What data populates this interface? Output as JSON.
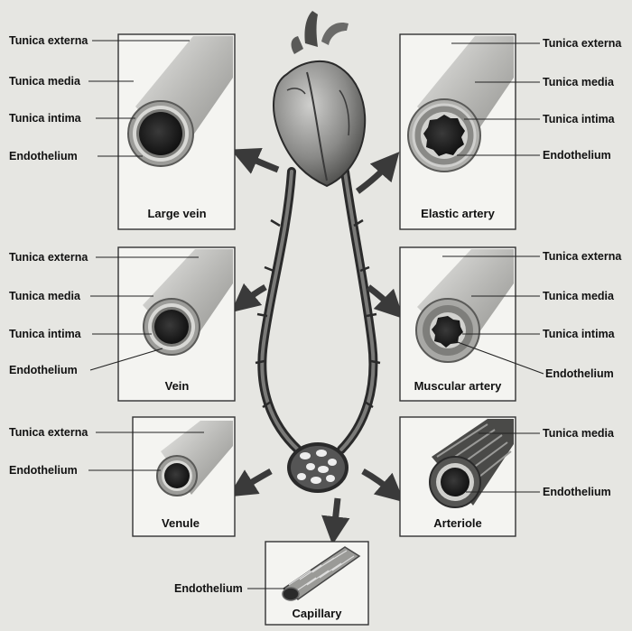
{
  "panels": {
    "large_vein": {
      "caption": "Large vein",
      "labels": [
        "Tunica externa",
        "Tunica media",
        "Tunica intima",
        "Endothelium"
      ]
    },
    "elastic_artery": {
      "caption": "Elastic artery",
      "labels": [
        "Tunica externa",
        "Tunica media",
        "Tunica intima",
        "Endothelium"
      ]
    },
    "vein": {
      "caption": "Vein",
      "labels": [
        "Tunica externa",
        "Tunica media",
        "Tunica intima",
        "Endothelium"
      ]
    },
    "muscular_artery": {
      "caption": "Muscular artery",
      "labels": [
        "Tunica externa",
        "Tunica media",
        "Tunica intima",
        "Endothelium"
      ]
    },
    "venule": {
      "caption": "Venule",
      "labels": [
        "Tunica externa",
        "Endothelium"
      ]
    },
    "arteriole": {
      "caption": "Arteriole",
      "labels": [
        "Tunica media",
        "Endothelium"
      ]
    },
    "capillary": {
      "caption": "Capillary",
      "labels": [
        "Endothelium"
      ]
    }
  },
  "colors": {
    "background": "#e6e6e2",
    "panel": "#f4f4f1",
    "vessel_dark": "#1c1c1c",
    "wall": "#bdbdbd"
  }
}
